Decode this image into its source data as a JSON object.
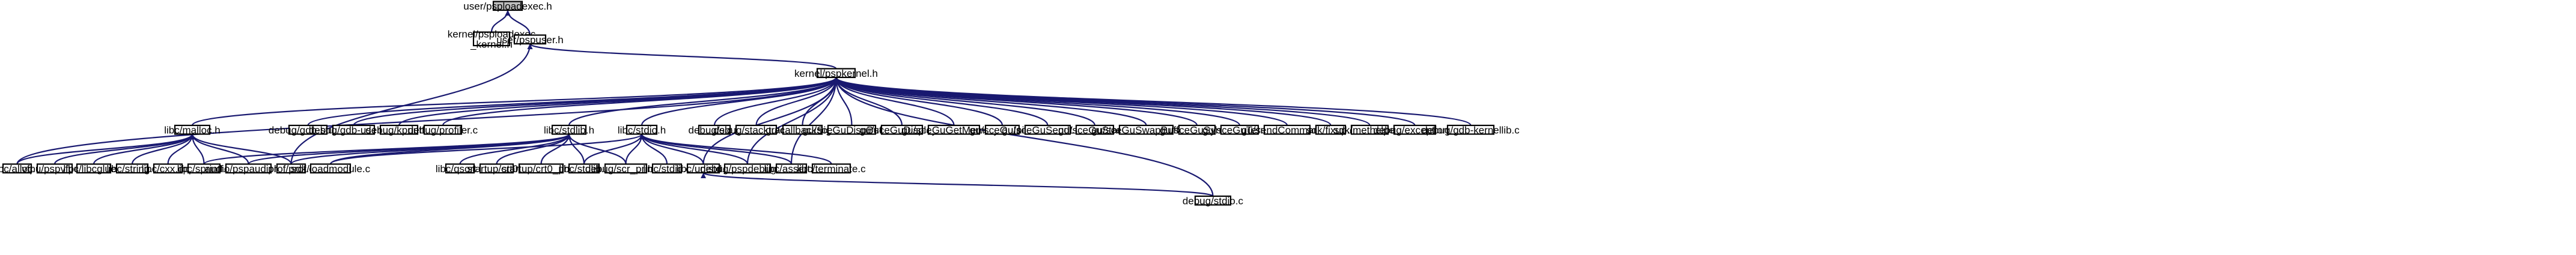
{
  "graph": {
    "edge_color": "#191970",
    "focus_fill": "#bfbfbf",
    "node_fill": "#ffffff",
    "nodes": [
      {
        "id": "psploadexec",
        "lines": [
          "user/psploadexec.h"
        ],
        "focus": true
      },
      {
        "id": "kloadexec",
        "lines": [
          "kernel/psploadexec",
          "_kernel.h"
        ]
      },
      {
        "id": "pspuser",
        "lines": [
          "user/pspuser.h"
        ]
      },
      {
        "id": "pspkernel",
        "lines": [
          "kernel/pspkernel.h"
        ]
      },
      {
        "id": "malloc",
        "lines": [
          "libc/malloc.h"
        ]
      },
      {
        "id": "stdlib",
        "lines": [
          "libc/stdlib.h"
        ]
      },
      {
        "id": "stdio",
        "lines": [
          "libc/stdio.h"
        ]
      },
      {
        "id": "gdbstub",
        "lines": [
          "debug/gdb-stub.c"
        ]
      },
      {
        "id": "gdbuserlib",
        "lines": [
          "debug/gdb-userlib.c"
        ]
      },
      {
        "id": "kprintf",
        "lines": [
          "debug/kprintf.c"
        ]
      },
      {
        "id": "profiler",
        "lines": [
          "debug/profiler.c"
        ]
      },
      {
        "id": "sio",
        "lines": [
          "debug/sio.c"
        ]
      },
      {
        "id": "stacktrace",
        "lines": [
          "debug/stacktrace.c"
        ]
      },
      {
        "id": "callbacksig",
        "lines": [
          "gu/callbackSig.c"
        ]
      },
      {
        "id": "dispbuffer",
        "lines": [
          "gu/sceGuDispBuffer.c"
        ]
      },
      {
        "id": "display",
        "lines": [
          "gu/sceGuDisplay.c"
        ]
      },
      {
        "id": "getmemory",
        "lines": [
          "gu/sceGuGetMemory.c"
        ]
      },
      {
        "id": "guinit",
        "lines": [
          "gu/sceGuInit.c"
        ]
      },
      {
        "id": "sendlist",
        "lines": [
          "gu/sceGuSendList.c"
        ]
      },
      {
        "id": "gustart",
        "lines": [
          "gu/sceGuStart.c"
        ]
      },
      {
        "id": "swapbuffers",
        "lines": [
          "gu/sceGuSwapBuffers.c"
        ]
      },
      {
        "id": "gusync",
        "lines": [
          "gu/sceGuSync.c"
        ]
      },
      {
        "id": "guterm",
        "lines": [
          "gu/sceGuTerm.c"
        ]
      },
      {
        "id": "sendcommand",
        "lines": [
          "gu/sendCommand.c"
        ]
      },
      {
        "id": "fixup",
        "lines": [
          "sdk/fixup.c"
        ]
      },
      {
        "id": "methelper",
        "lines": [
          "sdk/methelper.c"
        ]
      },
      {
        "id": "exception",
        "lines": [
          "debug/exception.c"
        ]
      },
      {
        "id": "gdbkernellib",
        "lines": [
          "debug/gdb-kernellib.c"
        ]
      },
      {
        "id": "alloc",
        "lines": [
          "libc/alloc.c"
        ]
      },
      {
        "id": "pspvfpu",
        "lines": [
          "vfpu/pspvfpu.c"
        ]
      },
      {
        "id": "libcglue",
        "lines": [
          "libc/libcglue.c"
        ]
      },
      {
        "id": "lstring",
        "lines": [
          "libc/string.c"
        ]
      },
      {
        "id": "cxx",
        "lines": [
          "libc/cxx.cpp"
        ]
      },
      {
        "id": "lsprintf",
        "lines": [
          "libc/sprintf.c"
        ]
      },
      {
        "id": "pspaudiolib",
        "lines": [
          "audio/pspaudiolib.c"
        ]
      },
      {
        "id": "prof",
        "lines": [
          "prof/prof.c"
        ]
      },
      {
        "id": "loadmodule",
        "lines": [
          "sdk/loadmodule.c"
        ]
      },
      {
        "id": "qsort",
        "lines": [
          "libc/qsort.c"
        ]
      },
      {
        "id": "crt0",
        "lines": [
          "startup/crt0.c"
        ]
      },
      {
        "id": "crt0prx",
        "lines": [
          "startup/crt0_prx.c"
        ]
      },
      {
        "id": "stdlibc",
        "lines": [
          "libc/stdlib.c"
        ]
      },
      {
        "id": "scrprintf",
        "lines": [
          "debug/scr_printf.c"
        ]
      },
      {
        "id": "stdioc",
        "lines": [
          "libc/stdio.c"
        ]
      },
      {
        "id": "unistd",
        "lines": [
          "libc/unistd.h"
        ]
      },
      {
        "id": "pspdebugkb",
        "lines": [
          "debug/pspdebugkb.c"
        ]
      },
      {
        "id": "assert",
        "lines": [
          "libc/assert.h"
        ]
      },
      {
        "id": "terminate",
        "lines": [
          "libc/terminate.c"
        ]
      },
      {
        "id": "dstdio",
        "lines": [
          "debug/stdio.c"
        ]
      }
    ]
  }
}
